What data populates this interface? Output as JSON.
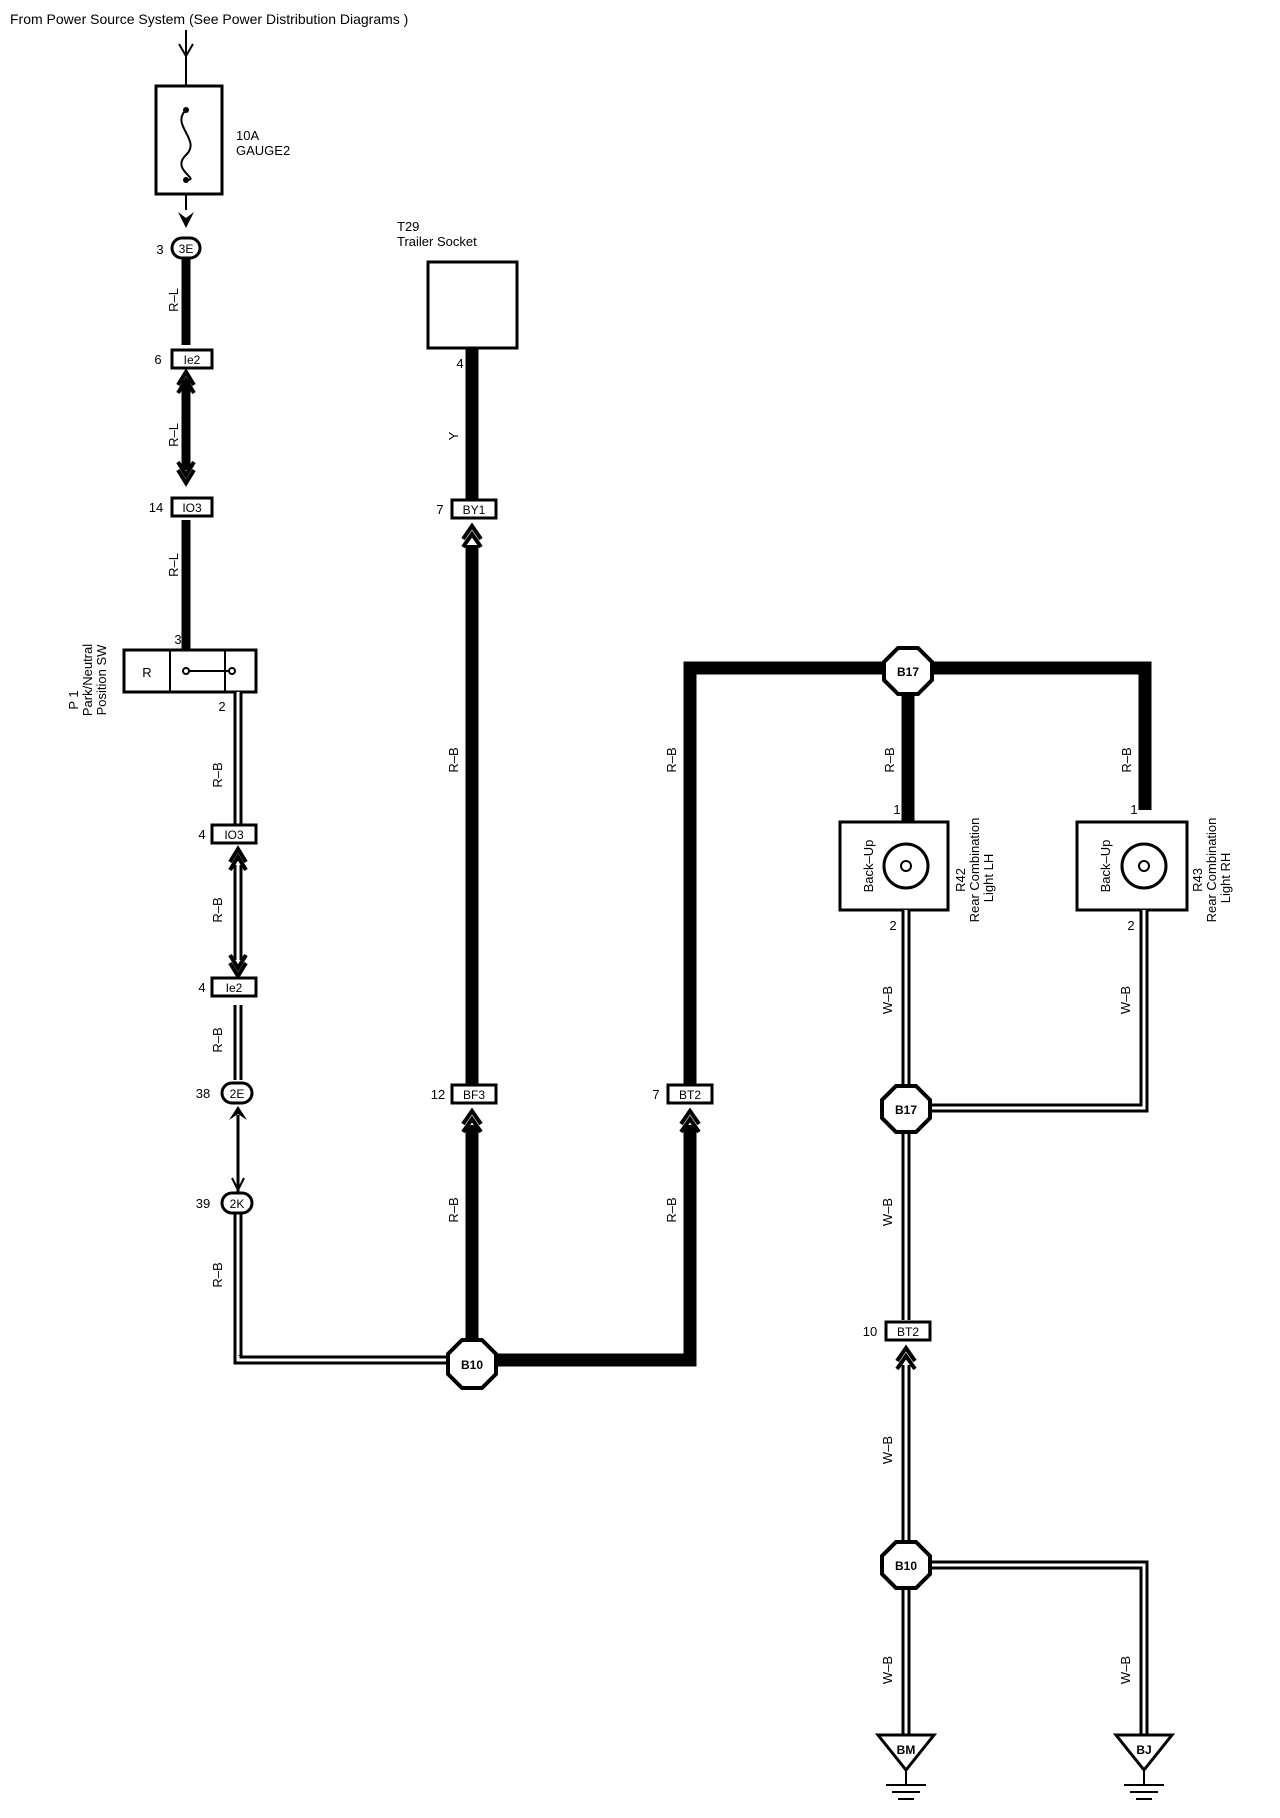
{
  "header": {
    "source_note": "From Power Source System (See Power Distribution Diagrams )"
  },
  "fuse": {
    "rating": "10A",
    "name": "GAUGE2"
  },
  "trailer_socket": {
    "code": "T29",
    "name": "Trailer Socket",
    "pin": "4"
  },
  "switch": {
    "code": "P 1",
    "name_line1": "Park/Neutral",
    "name_line2": "Position SW",
    "position": "R",
    "pin_in": "3",
    "pin_out": "2"
  },
  "lamps": {
    "lh": {
      "code": "R42",
      "line1": "Rear Combination",
      "line2": "Light LH",
      "inner": "Back–Up",
      "pin1": "1",
      "pin2": "2"
    },
    "rh": {
      "code": "R43",
      "line1": "Rear Combination",
      "line2": "Light RH",
      "inner": "Back–Up",
      "pin1": "1",
      "pin2": "2"
    }
  },
  "connectors": {
    "c3E": {
      "pin": "3",
      "name": "3E"
    },
    "cIe2a": {
      "pin": "6",
      "name": "Ie2"
    },
    "cIO3a": {
      "pin": "14",
      "name": "IO3"
    },
    "cIO3b": {
      "pin": "4",
      "name": "IO3"
    },
    "cIe2b": {
      "pin": "4",
      "name": "Ie2"
    },
    "c2E": {
      "pin": "38",
      "name": "2E"
    },
    "c2K": {
      "pin": "39",
      "name": "2K"
    },
    "cBY1": {
      "pin": "7",
      "name": "BY1"
    },
    "cBF3": {
      "pin": "12",
      "name": "BF3"
    },
    "cBT2a": {
      "pin": "7",
      "name": "BT2"
    },
    "cBT2b": {
      "pin": "10",
      "name": "BT2"
    }
  },
  "junctions": {
    "b10_bottom": "B10",
    "b17_top": "B17",
    "b17_mid": "B17",
    "b10_right": "B10"
  },
  "grounds": {
    "bm": "BM",
    "bj": "BJ"
  },
  "wire_colors": {
    "rl1": "R–L",
    "rl2": "R–L",
    "rl3": "R–L",
    "y1": "Y",
    "rb_sw1": "R–B",
    "rb_sw2": "R–B",
    "rb_sw3": "R–B",
    "rb_sw4": "R–B",
    "rb_mid1": "R–B",
    "rb_mid2": "R–B",
    "rb_right1": "R–B",
    "rb_right2": "R–B",
    "rb_lh": "R–B",
    "rb_rh": "R–B",
    "wb_lh": "W–B",
    "wb_rh": "W–B",
    "wb_1": "W–B",
    "wb_2": "W–B",
    "wb_bm": "W–B",
    "wb_bj": "W–B"
  },
  "colors": {
    "line": "#000000",
    "background": "#ffffff"
  }
}
